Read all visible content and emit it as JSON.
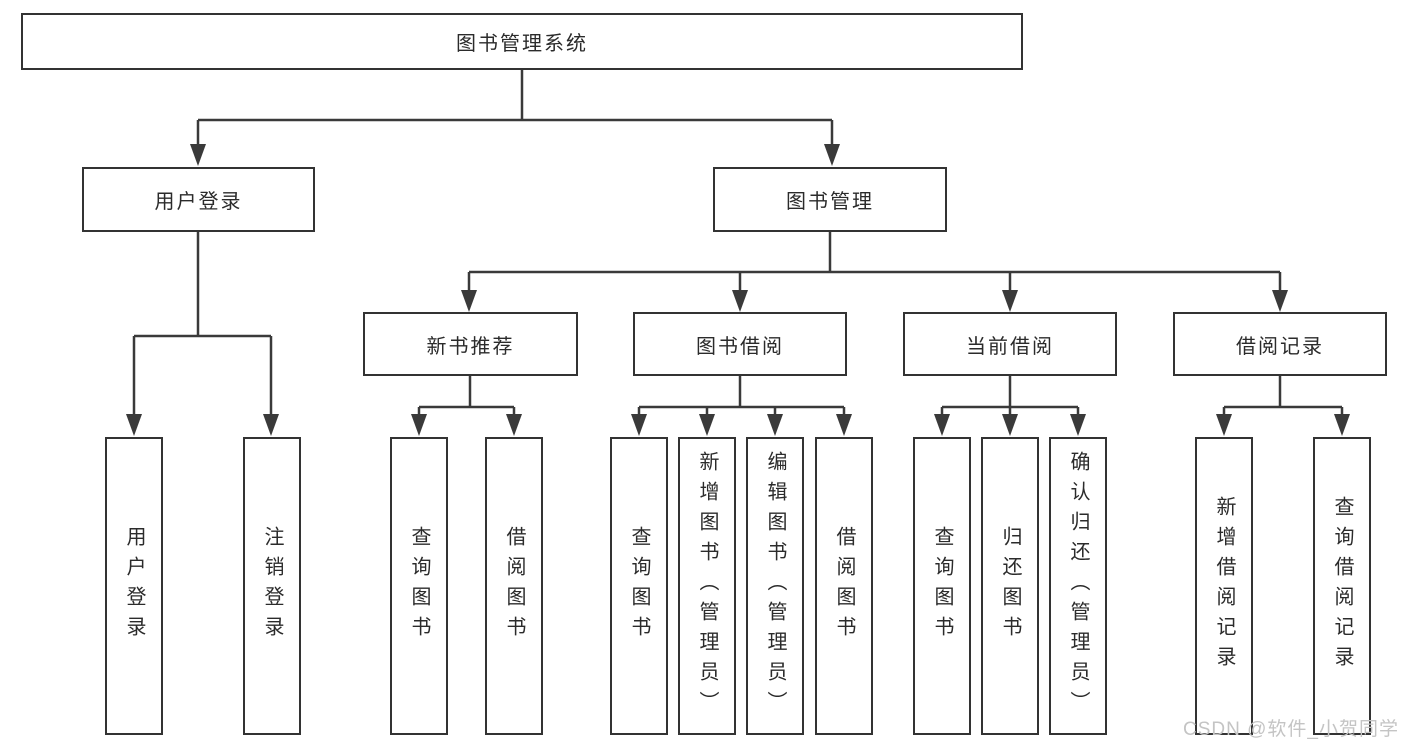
{
  "diagram": {
    "root": {
      "label": "图书管理系统"
    },
    "level2": {
      "user_login": {
        "label": "用户登录"
      },
      "book_management": {
        "label": "图书管理"
      }
    },
    "level3": {
      "new_book_recommend": {
        "label": "新书推荐"
      },
      "book_borrow": {
        "label": "图书借阅"
      },
      "current_borrow": {
        "label": "当前借阅"
      },
      "borrow_records": {
        "label": "借阅记录"
      }
    },
    "leaves": {
      "user_login": [
        "用户登录",
        "注销登录"
      ],
      "new_book_recommend": [
        "查询图书",
        "借阅图书"
      ],
      "book_borrow": [
        "查询图书",
        "新增图书（管理员）",
        "编辑图书（管理员）",
        "借阅图书"
      ],
      "current_borrow": [
        "查询图书",
        "归还图书",
        "确认归还（管理员）"
      ],
      "borrow_records": [
        "新增借阅记录",
        "查询借阅记录"
      ]
    },
    "watermark": "CSDN @软件_小贺同学",
    "colors": {
      "line": "#3a3a3a",
      "box_border": "#333333",
      "text": "#2b2b2b",
      "watermark": "#c4c4c4",
      "background": "#ffffff"
    }
  }
}
